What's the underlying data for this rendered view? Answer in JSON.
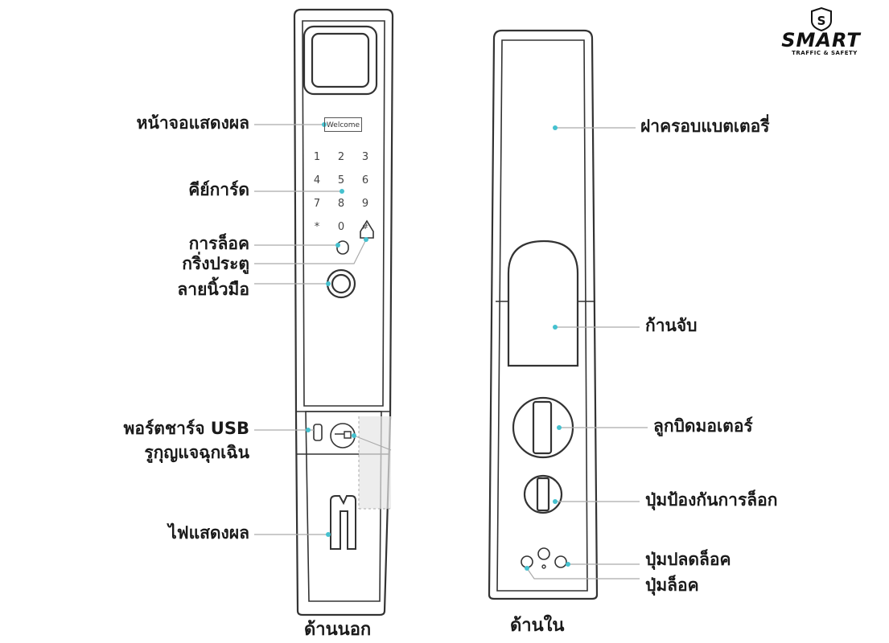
{
  "brand": {
    "name": "SMART",
    "tagline": "TRAFFIC & SAFETY",
    "accent": "#45c1cf"
  },
  "outer": {
    "caption": "ด้านนอก",
    "screen_text": "Welcome",
    "keys": [
      "1",
      "2",
      "3",
      "4",
      "5",
      "6",
      "7",
      "8",
      "9",
      "*",
      "0",
      "#"
    ],
    "labels": {
      "display": "หน้าจอแสดงผล",
      "keypad": "คีย์การ์ด",
      "lock": "การล็อค",
      "doorbell": "กริ่งประตู",
      "fingerprint": "ลายนิ้วมือ",
      "usb": "พอร์ตชาร์จ USB",
      "keyhole": "รูกุญแจฉุกเฉิน",
      "indicator": "ไฟแสดงผล"
    }
  },
  "inner": {
    "caption": "ด้านใน",
    "labels": {
      "battery_cover": "ฝาครอบแบตเตอรี่",
      "handle": "ก้านจับ",
      "motor_knob": "ลูกบิดมอเตอร์",
      "anti_lock": "ปุ่มป้องกันการล็อก",
      "unlock_button": "ปุ่มปลดล็อค",
      "lock_button": "ปุ่มล็อค"
    }
  }
}
